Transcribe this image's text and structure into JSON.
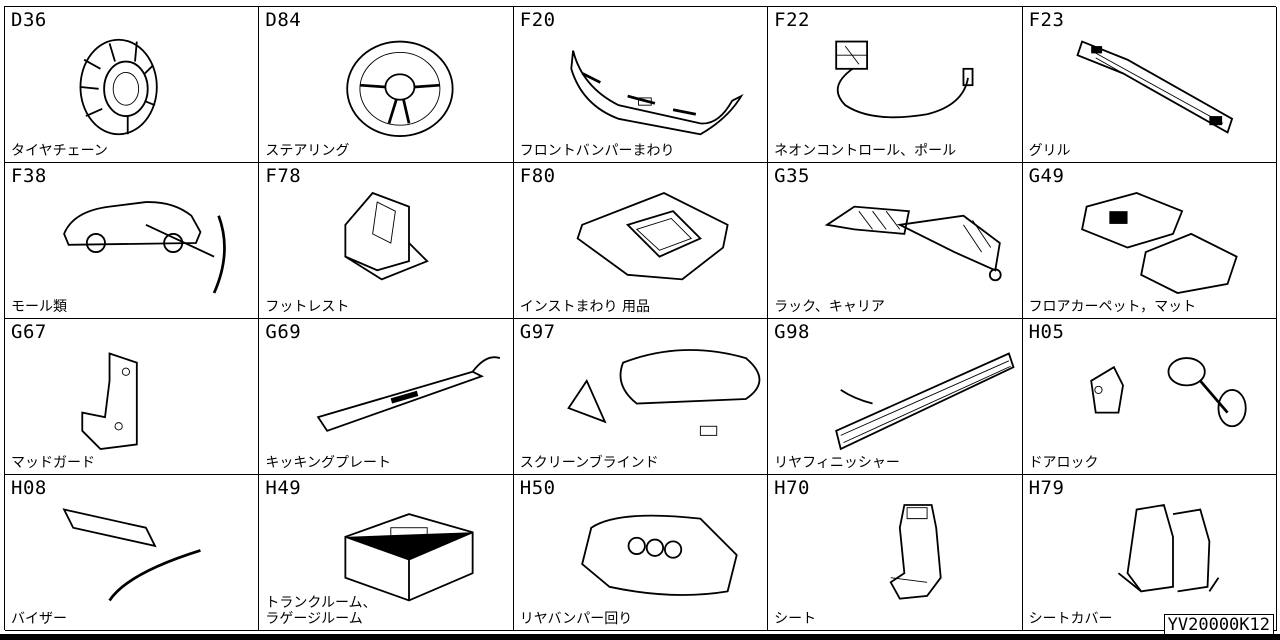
{
  "catalog": {
    "reference_code": "YV20000K12",
    "parts": [
      {
        "code": "D36",
        "label": "タイヤチェーン",
        "icon": "tire-chain-icon"
      },
      {
        "code": "D84",
        "label": "ステアリング",
        "icon": "steering-wheel-icon"
      },
      {
        "code": "F20",
        "label": "フロントバンパーまわり",
        "icon": "front-bumper-icon"
      },
      {
        "code": "F22",
        "label": "ネオンコントロール、ポール",
        "icon": "neon-control-pole-icon"
      },
      {
        "code": "F23",
        "label": "グリル",
        "icon": "grille-icon"
      },
      {
        "code": "F38",
        "label": "モール類",
        "icon": "molding-icon"
      },
      {
        "code": "F78",
        "label": "フットレスト",
        "icon": "footrest-icon"
      },
      {
        "code": "F80",
        "label": "インストまわり 用品",
        "icon": "instrument-panel-icon"
      },
      {
        "code": "G35",
        "label": "ラック、キャリア",
        "icon": "rack-carrier-icon"
      },
      {
        "code": "G49",
        "label": "フロアカーペット，マット",
        "icon": "floor-mat-icon"
      },
      {
        "code": "G67",
        "label": "マッドガード",
        "icon": "mud-guard-icon"
      },
      {
        "code": "G69",
        "label": "キッキングプレート",
        "icon": "kicking-plate-icon"
      },
      {
        "code": "G97",
        "label": "スクリーンブラインド",
        "icon": "screen-blind-icon"
      },
      {
        "code": "G98",
        "label": "リヤフィニッシャー",
        "icon": "rear-finisher-icon"
      },
      {
        "code": "H05",
        "label": "ドアロック",
        "icon": "door-lock-icon"
      },
      {
        "code": "H08",
        "label": "バイザー",
        "icon": "visor-icon"
      },
      {
        "code": "H49",
        "label": "トランクルーム、\nラゲージルーム",
        "icon": "trunk-room-icon"
      },
      {
        "code": "H50",
        "label": "リヤバンパー回り",
        "icon": "rear-bumper-icon"
      },
      {
        "code": "H70",
        "label": "シート",
        "icon": "seat-icon"
      },
      {
        "code": "H79",
        "label": "シートカバー",
        "icon": "seat-cover-icon"
      }
    ]
  }
}
